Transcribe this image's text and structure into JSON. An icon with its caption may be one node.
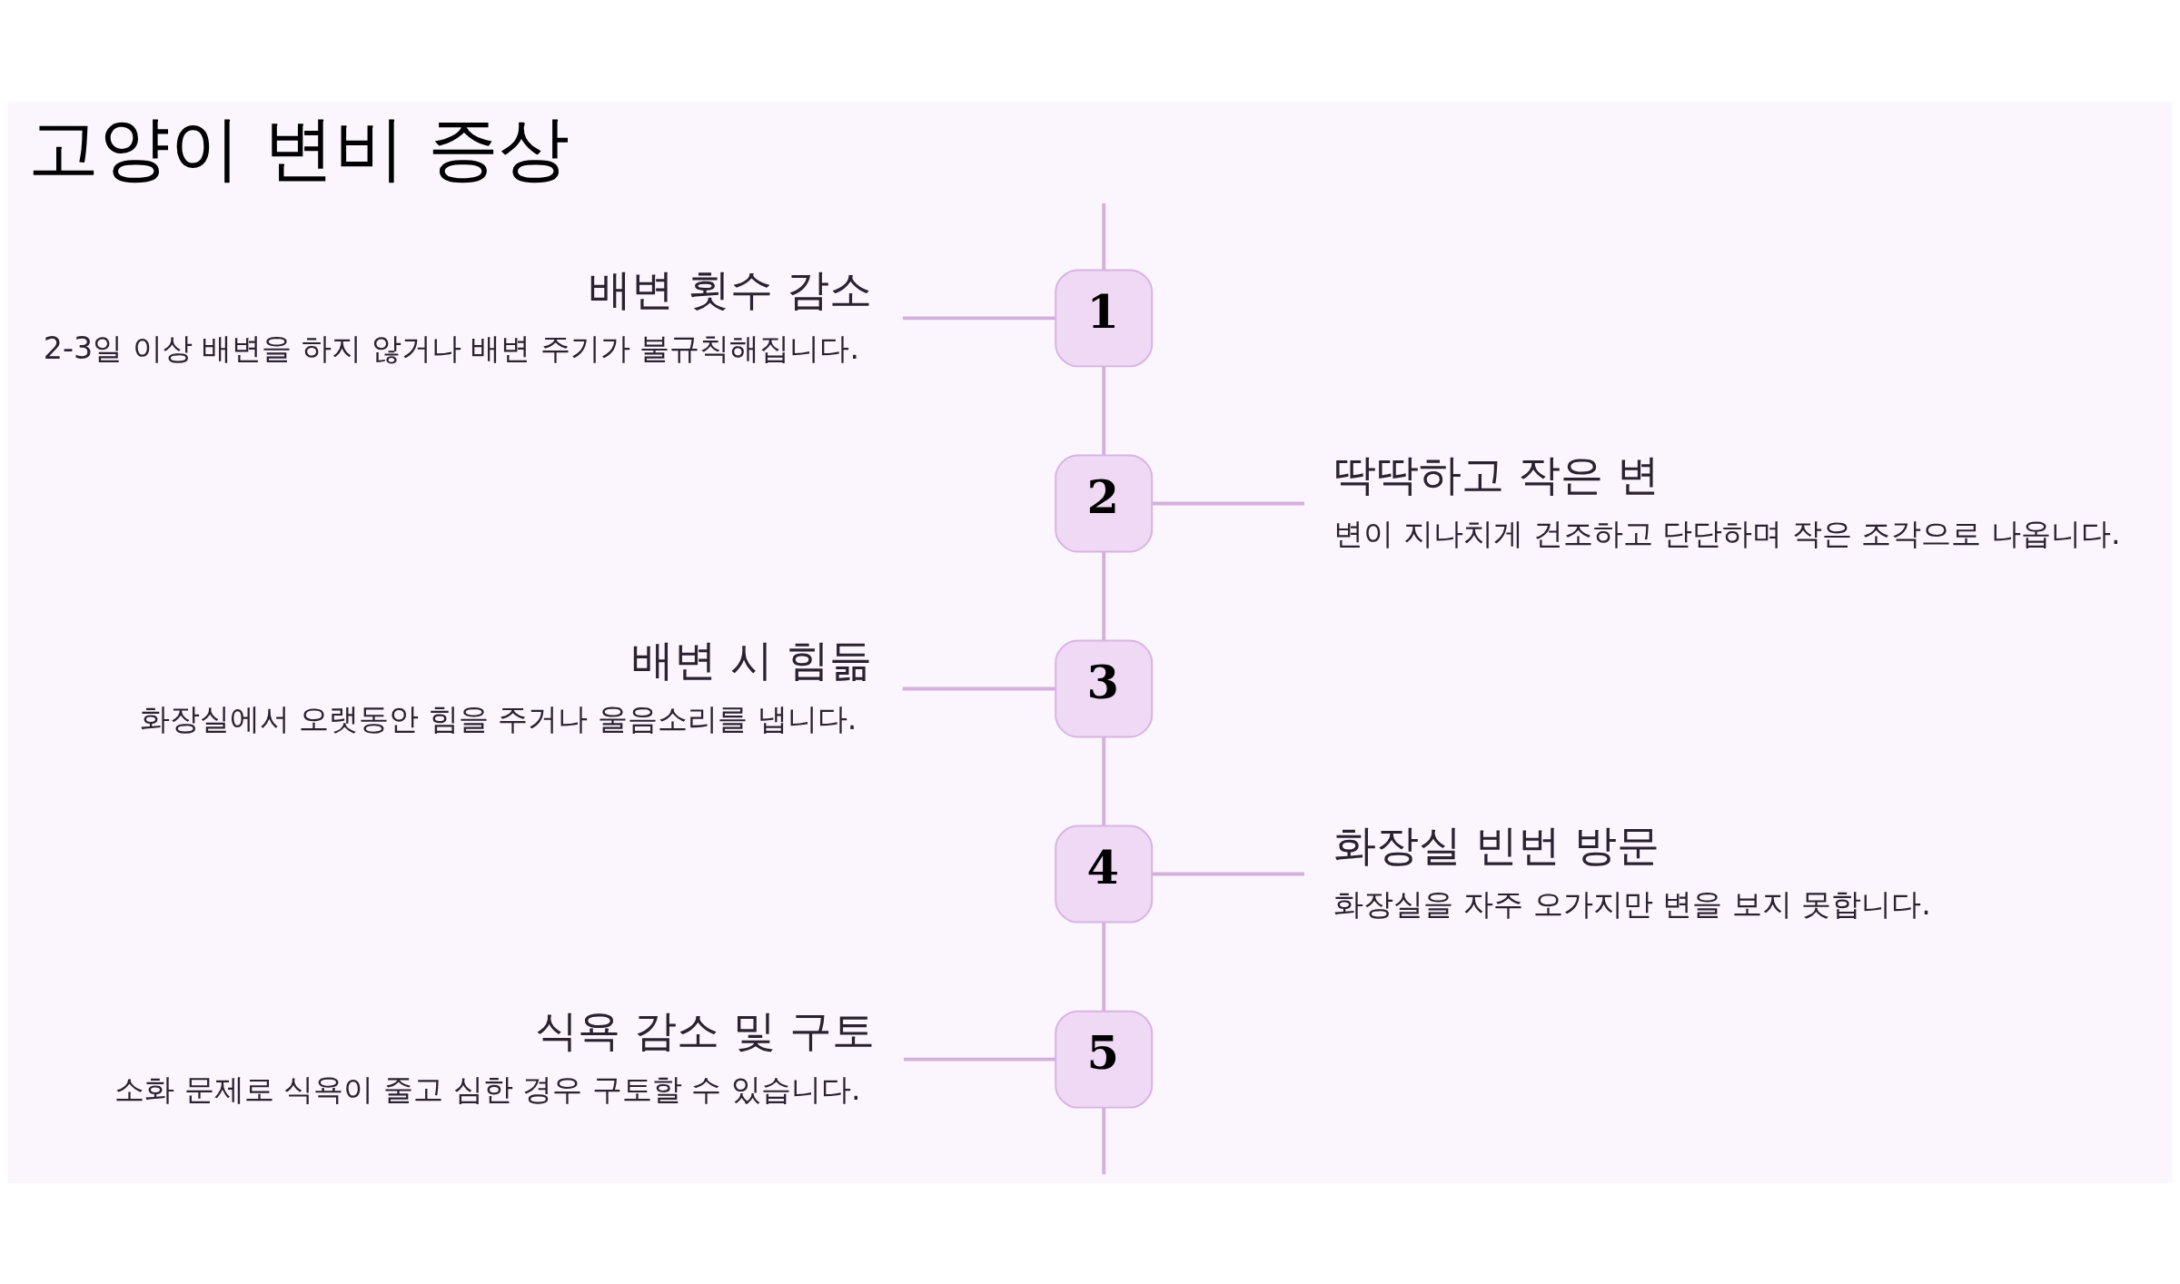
{
  "diagram": {
    "title": "고양이 변비 증상",
    "nodes": [
      {
        "text": [
          "1"
        ]
      },
      {
        "text": [
          "배변 횟수 감소",
          "2-3일 이상 배변을 하지 않거나 배변 주기가 불규칙해집니다."
        ]
      },
      {
        "text": [
          "2"
        ]
      },
      {
        "text": [
          "딱딱하고 작은 변",
          "변이 지나치게 건조하고 단단하며 작은 조각으로 나옵니다."
        ]
      },
      {
        "text": [
          "3"
        ]
      },
      {
        "text": [
          "배변 시 힘듦",
          "화장실에서 오랫동안 힘을 주거나 울음소리를 냅니다."
        ]
      },
      {
        "text": [
          "4"
        ]
      },
      {
        "text": [
          "화장실 빈번 방문",
          "화장실을 자주 오가지만 변을 보지 못합니다."
        ]
      },
      {
        "text": [
          "5"
        ]
      },
      {
        "text": [
          "식욕 감소 및 구토",
          "소화 문제로 식욕이 줄고 심한 경우 구토할 수 있습니다."
        ]
      }
    ],
    "edges": [
      {
        "from": null,
        "to": 0,
        "arrow": "none"
      },
      {
        "from": 1,
        "to": 0,
        "arrow": "none"
      },
      {
        "from": 0,
        "to": 2,
        "arrow": "none"
      },
      {
        "from": 2,
        "to": 3,
        "arrow": "none"
      },
      {
        "from": 2,
        "to": 4,
        "arrow": "none"
      },
      {
        "from": 5,
        "to": 4,
        "arrow": "none"
      },
      {
        "from": 4,
        "to": 6,
        "arrow": "none"
      },
      {
        "from": 6,
        "to": 7,
        "arrow": "none"
      },
      {
        "from": 6,
        "to": 8,
        "arrow": "none"
      },
      {
        "from": 9,
        "to": 8,
        "arrow": "none"
      },
      {
        "from": 8,
        "to": null,
        "arrow": "none"
      }
    ]
  }
}
